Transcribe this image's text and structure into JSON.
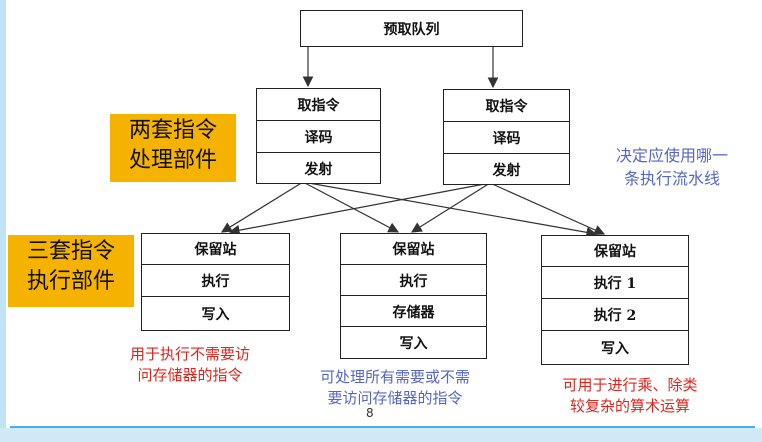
{
  "queue": {
    "label": "预取队列"
  },
  "decode_units": [
    {
      "rows": [
        "取指令",
        "译码",
        "发射"
      ]
    },
    {
      "rows": [
        "取指令",
        "译码",
        "发射"
      ]
    }
  ],
  "exec_units": [
    {
      "rows": [
        "保留站",
        "执行",
        "写入"
      ]
    },
    {
      "rows": [
        "保留站",
        "执行",
        "存储器",
        "写入"
      ]
    },
    {
      "rows": [
        "保留站",
        "执行 1",
        "执行 2",
        "写入"
      ]
    }
  ],
  "labels": {
    "decode_group": [
      "两套指令",
      "处理部件"
    ],
    "exec_group": [
      "三套指令",
      "执行部件"
    ]
  },
  "notes": {
    "dispatch": [
      "决定应使用哪一",
      "条执行流水线"
    ],
    "unit1": [
      "用于执行不需要访",
      "问存储器的指令"
    ],
    "unit2": [
      "可处理所有需要或不需",
      "要访问存储器的指令"
    ],
    "unit3": [
      "可用于进行乘、除类",
      "较复杂的算术运算"
    ]
  },
  "page_number": "8",
  "colors": {
    "note_red": "#e0241b",
    "note_blue": "#5566c8",
    "label_bg": "#f5b300",
    "accent_line": "#4bb0e6"
  }
}
